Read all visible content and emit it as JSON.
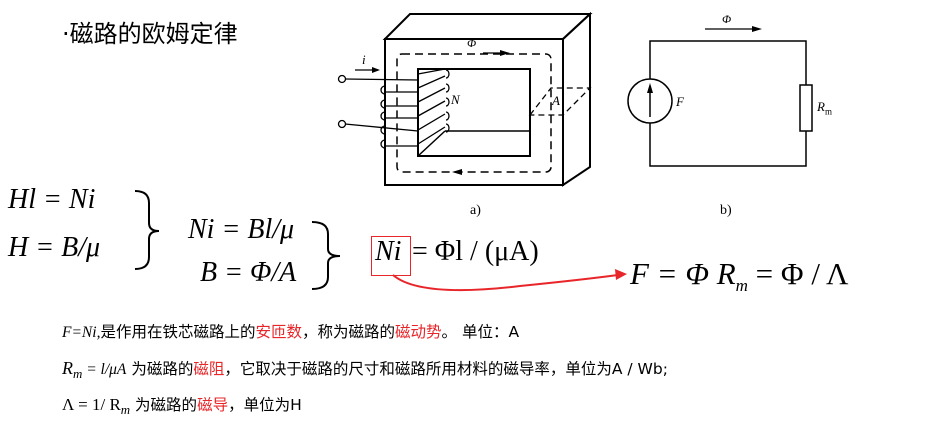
{
  "title": "·磁路的欧姆定律",
  "figure_a": {
    "label_i": "i",
    "label_phi": "Φ",
    "label_N": "N",
    "label_A": "A",
    "caption": "a)"
  },
  "figure_b": {
    "label_phi": "Φ",
    "label_F": "F",
    "label_Rm": "R",
    "label_Rm_sub": "m",
    "caption": "b)"
  },
  "equations": {
    "eq1": "Hl = Ni",
    "eq2": "H = B/μ",
    "eq3": "Ni = Bl/μ",
    "eq4": "B = Φ/A",
    "eq5_boxed": "Ni",
    "eq5_rest": "= Φl / (μA)",
    "eq6_a": "F  =  Φ R",
    "eq6_sub": "m",
    "eq6_b": " =  Φ  /  Λ"
  },
  "notes": [
    {
      "math": "F=Ni,",
      "t1": "是作用在铁芯磁路上的",
      "red": "安匝数",
      "t2": "，称为磁路的",
      "red2": "磁动势",
      "t3": "。 单位：A"
    },
    {
      "math": "R",
      "sub": "m",
      "math2": " = l/μA",
      "t1": " 为磁路的",
      "red": "磁阻",
      "t2": "，它取决于磁路的尺寸和磁路所用材料的磁导率，单位为A / Wb;"
    },
    {
      "math": "Λ = 1/ R",
      "sub": "m",
      "t1": "  为磁路的",
      "red": "磁导",
      "t2": "，单位为H"
    }
  ],
  "colors": {
    "accent": "#e8262a"
  }
}
